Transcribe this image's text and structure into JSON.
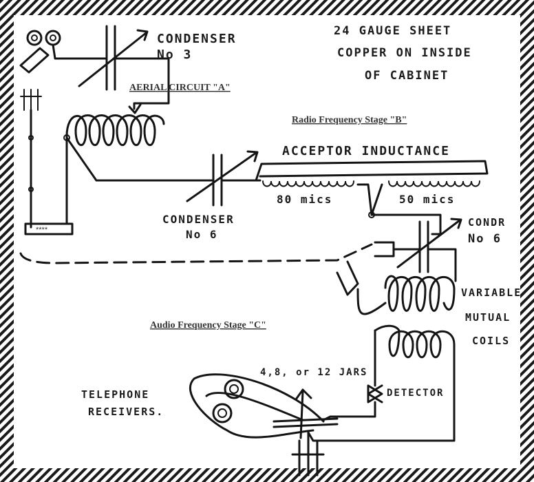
{
  "colors": {
    "ink": "#141414",
    "paper": "#ffffff",
    "typed_label": "#333333"
  },
  "labels": {
    "condenser_3_line1": "CONDENSER",
    "condenser_3_line2": "No 3",
    "sheet_copper_line1": "24 GAUGE SHEET",
    "sheet_copper_line2": "COPPER ON INSIDE",
    "sheet_copper_line3": "OF CABINET",
    "acceptor": "ACCEPTOR INDUCTANCE",
    "mics_80": "80 mics",
    "mics_50": "50 mics",
    "condenser_6_line1": "CONDENSER",
    "condenser_6_line2": "No 6",
    "cond_6_right_line1": "CONDR",
    "cond_6_right_line2": "No 6",
    "variable_line1": "VARIABLE",
    "variable_line2": "MUTUAL",
    "variable_line3": "COILS",
    "jars": "4,8, or 12 JARS",
    "detector": "DETECTOR",
    "telephone_line1": "TELEPHONE",
    "telephone_line2": "RECEIVERS.",
    "box_text": "****"
  },
  "stage_labels": {
    "aerial": "AERIAL CIRCUIT \"A\"",
    "radio": "Radio Frequency Stage \"B\"",
    "audio": "Audio Frequency Stage \"C\""
  },
  "icons": [
    "terminal-icon",
    "ground-icon",
    "variable-condenser-icon",
    "coil-icon",
    "detector-icon",
    "telephone-receiver-icon"
  ]
}
